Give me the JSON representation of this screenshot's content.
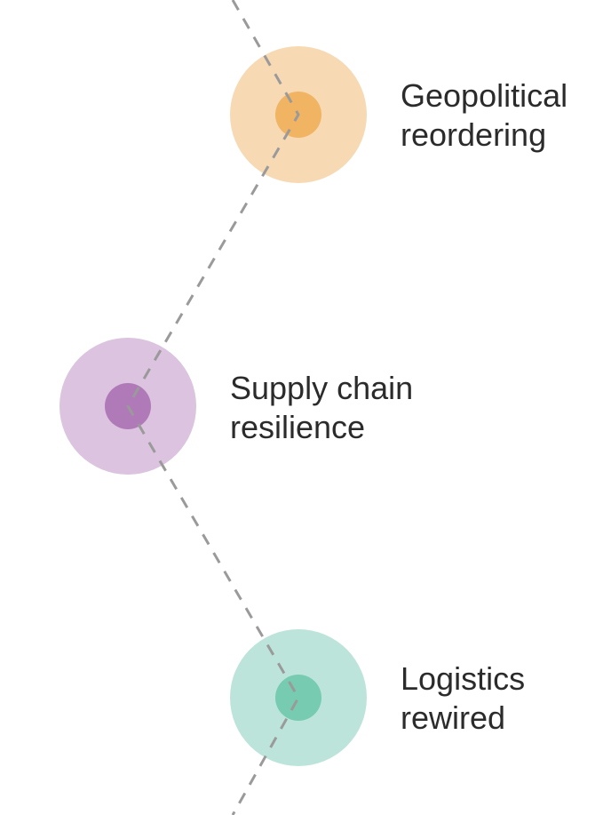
{
  "nodes": [
    {
      "id": "geopolitical-reordering",
      "label_line1": "Geopolitical",
      "label_line2": "reordering",
      "outer_color": "#f7d9b4",
      "inner_color": "#f0b462"
    },
    {
      "id": "supply-chain-resilience",
      "label_line1": "Supply chain",
      "label_line2": "resilience",
      "outer_color": "#dcc3df",
      "inner_color": "#b07ab9"
    },
    {
      "id": "logistics-rewired",
      "label_line1": "Logistics",
      "label_line2": "rewired",
      "outer_color": "#bde4da",
      "inner_color": "#77cbb0"
    }
  ],
  "connector": {
    "style": "dashed",
    "color": "#9a9a9a"
  }
}
